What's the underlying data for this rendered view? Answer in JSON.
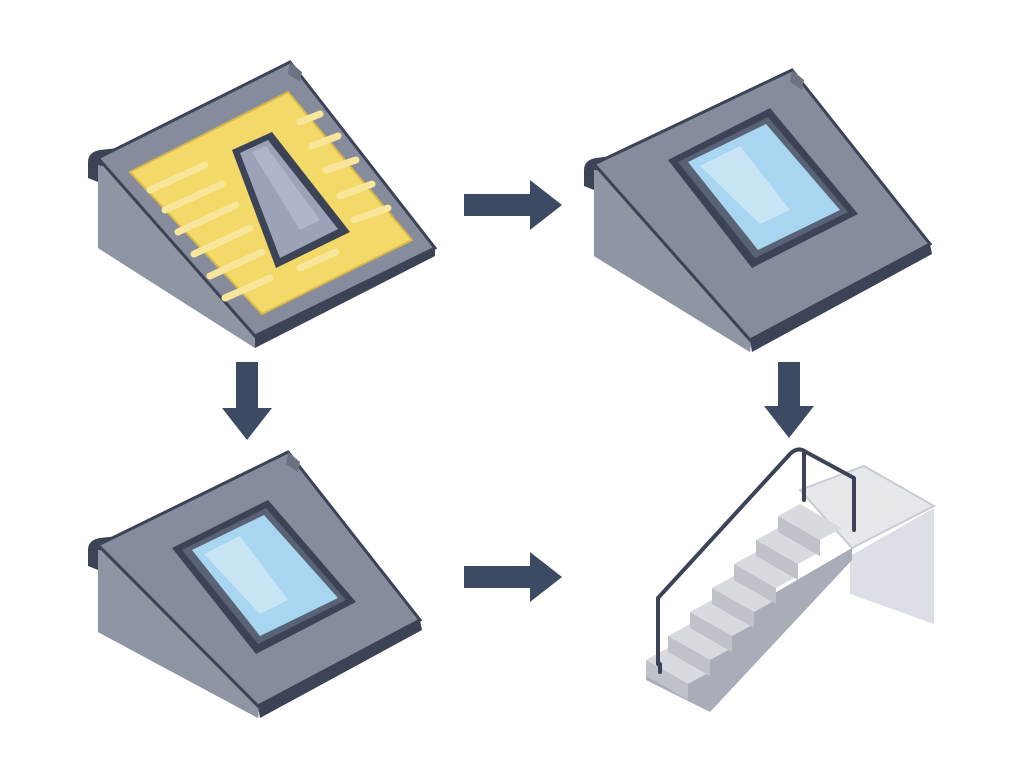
{
  "diagram": {
    "panels": [
      {
        "id": "insulated-roof-with-skylight",
        "row": 1,
        "col": 1
      },
      {
        "id": "finished-roof-with-skylight",
        "row": 1,
        "col": 2
      },
      {
        "id": "roof-with-skylight",
        "row": 2,
        "col": 1
      },
      {
        "id": "staircase-to-landing",
        "row": 2,
        "col": 2
      }
    ],
    "arrows": [
      {
        "from": "insulated-roof-with-skylight",
        "to": "finished-roof-with-skylight",
        "direction": "right"
      },
      {
        "from": "insulated-roof-with-skylight",
        "to": "roof-with-skylight",
        "direction": "down"
      },
      {
        "from": "roof-with-skylight",
        "to": "staircase-to-landing",
        "direction": "right"
      },
      {
        "from": "finished-roof-with-skylight",
        "to": "staircase-to-landing",
        "direction": "down"
      }
    ]
  },
  "colors": {
    "roof_top": "#868c9b",
    "roof_side": "#6f7585",
    "roof_edge": "#3c4356",
    "insulation": "#f3d968",
    "insulation_light": "#f8e79a",
    "glass": "#a8d6f0",
    "glass_light": "#cfe9f8",
    "frame": "#3c4356",
    "arrow": "#3c4a63",
    "stair_face": "#bfc2c9",
    "stair_top": "#d8dadf",
    "landing_side": "#dcdfe5",
    "rail": "#3c4356"
  }
}
